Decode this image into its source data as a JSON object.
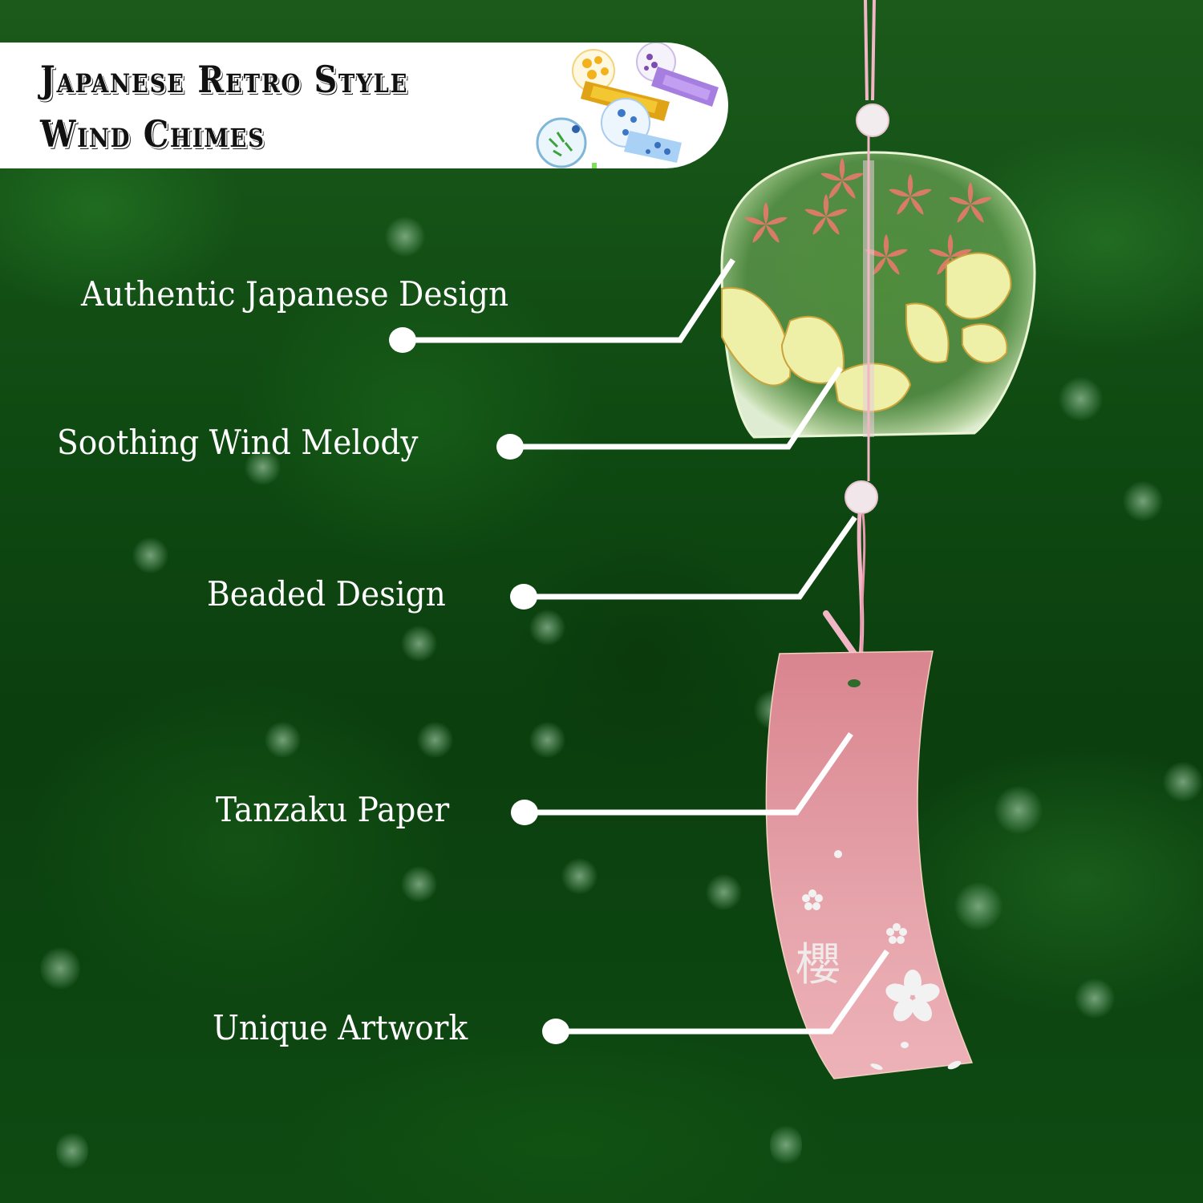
{
  "banner": {
    "title_line1": "Japanese Retro Style",
    "title_line2": "Wind Chimes",
    "thumbnail": "assorted-glass-wind-chimes-image"
  },
  "product": {
    "name": "Glass wind chime (furin)",
    "bell_motif": "pink cherry blossoms and yellow-green leaves",
    "string_color": "#f2b6c6",
    "paper_color": "#e9a4ac",
    "paper_kanji": "櫻"
  },
  "callouts": [
    {
      "label": "Authentic Japanese Design",
      "target": "glass-bell"
    },
    {
      "label": "Soothing Wind Melody",
      "target": "glass-bell-clapper"
    },
    {
      "label": "Beaded Design",
      "target": "bead"
    },
    {
      "label": "Tanzaku Paper",
      "target": "tanzaku-paper"
    },
    {
      "label": "Unique Artwork",
      "target": "paper-artwork"
    }
  ],
  "colors": {
    "background": "#0f4a12",
    "callout_line": "#ffffff",
    "banner_bg": "#ffffff",
    "title_text": "#111111"
  }
}
